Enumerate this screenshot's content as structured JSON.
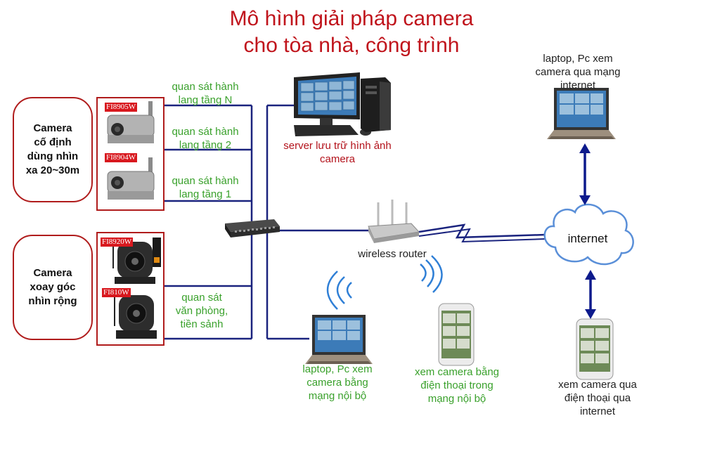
{
  "title": {
    "line1": "Mô hình giải pháp camera",
    "line2": "cho tòa nhà, công trình"
  },
  "groups": {
    "fixed": {
      "line1": "Camera",
      "line2": "cố định",
      "line3": "dùng nhìn",
      "line4": "xa 20~30m"
    },
    "ptz": {
      "line1": "Camera",
      "line2": "xoay góc",
      "line3": "nhìn rộng"
    }
  },
  "camera_models": [
    "FI8905W",
    "FI8904W",
    "FI8920W",
    "FI810W"
  ],
  "zones": {
    "floor_n": {
      "line1": "quan sát hành",
      "line2": "lang tầng N"
    },
    "floor_2": {
      "line1": "quan sát hành",
      "line2": "lang tầng 2"
    },
    "floor_1": {
      "line1": "quan sát hành",
      "line2": "lang tầng 1"
    },
    "office": {
      "line1": "quan sát",
      "line2": "văn phòng,",
      "line3": "tiền sảnh"
    }
  },
  "server": {
    "line1": "server lưu trữ hình ảnh",
    "line2": "camera"
  },
  "router": {
    "label": "wireless router"
  },
  "internet": {
    "label": "internet"
  },
  "remote_laptop": {
    "line1": "laptop, Pc xem",
    "line2": "camera qua mạng",
    "line3": "internet"
  },
  "remote_phone": {
    "line1": "xem camera qua",
    "line2": "điện thoại qua",
    "line3": "internet"
  },
  "local_laptop": {
    "line1": "laptop, Pc xem",
    "line2": "camera bằng",
    "line3": "mạng nội bộ"
  },
  "local_phone": {
    "line1": "xem camera bằng",
    "line2": "điện thoại trong",
    "line3": "mạng nội bộ"
  },
  "colors": {
    "title": "#c0141c",
    "zone_text": "#3aa12c",
    "wire": "#1a237e",
    "arrow": "#0d1a8c",
    "border": "#b01c1c"
  }
}
